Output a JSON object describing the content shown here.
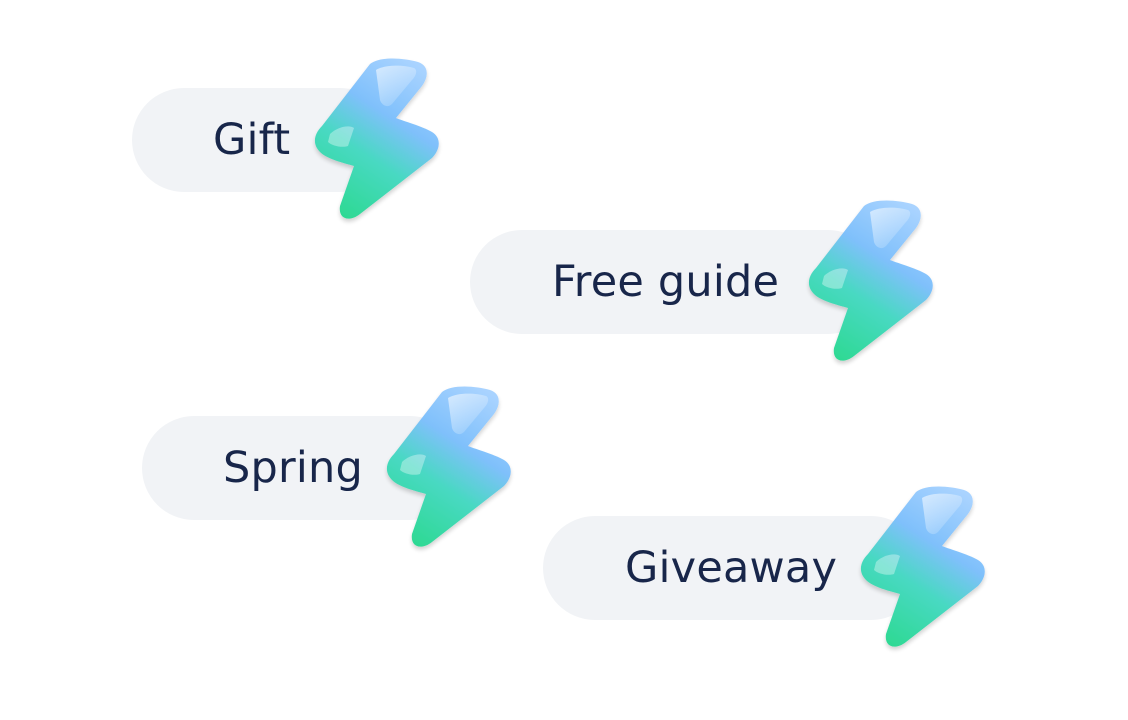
{
  "tags": [
    {
      "label": "Gift",
      "icon": "lightning-bolt-icon"
    },
    {
      "label": "Free guide",
      "icon": "lightning-bolt-icon"
    },
    {
      "label": "Spring",
      "icon": "lightning-bolt-icon"
    },
    {
      "label": "Giveaway",
      "icon": "lightning-bolt-icon"
    }
  ],
  "colors": {
    "pill_background": "#f1f3f6",
    "label_text": "#18264a",
    "bolt_top": "#8ec8ff",
    "bolt_bottom": "#2fdc9c"
  }
}
